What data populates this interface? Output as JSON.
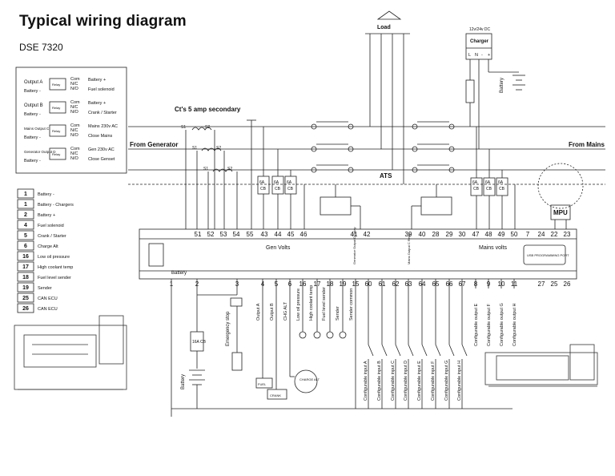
{
  "title": "Typical wiring diagram",
  "model": "DSE 7320",
  "relay_box": {
    "rows": [
      {
        "output": "Output A",
        "relay": "Relay",
        "contacts": [
          "Com",
          "N/C",
          "N/O"
        ],
        "functions": [
          "Battery +",
          "Fuel solenoid"
        ],
        "battery": "Battery -"
      },
      {
        "output": "Output B",
        "relay": "Relay",
        "contacts": [
          "Com",
          "N/C",
          "N/O"
        ],
        "functions": [
          "Battery +",
          "Crank / Starter"
        ],
        "battery": "Battery -"
      },
      {
        "output": "Mains Output C",
        "relay": "Relay",
        "contacts": [
          "Com",
          "N/C",
          "N/O"
        ],
        "functions": [
          "Mains 230v AC",
          "Close Mains"
        ],
        "battery": "Battery -"
      },
      {
        "output": "Generator Output D",
        "relay": "Relay",
        "contacts": [
          "Com",
          "N/C",
          "N/O"
        ],
        "functions": [
          "Gen 230v AC",
          "Close Genset"
        ],
        "battery": "Battery -"
      }
    ]
  },
  "legend": [
    {
      "num": "1",
      "label": "Battery -"
    },
    {
      "num": "1",
      "label": "Battery - Chargers"
    },
    {
      "num": "2",
      "label": "Battery +"
    },
    {
      "num": "4",
      "label": "Fuel solenoid"
    },
    {
      "num": "5",
      "label": "Crank / Starter"
    },
    {
      "num": "6",
      "label": "Charge Alt"
    },
    {
      "num": "16",
      "label": "Low oil pressure"
    },
    {
      "num": "17",
      "label": "High coolant temp"
    },
    {
      "num": "18",
      "label": "Fuel level sender"
    },
    {
      "num": "19",
      "label": "Sender"
    },
    {
      "num": "25",
      "label": "CAN ECU"
    },
    {
      "num": "26",
      "label": "CAN ECU"
    }
  ],
  "labels": {
    "load": "Load",
    "charger_supply": "12v/24v DC",
    "charger": "Charger",
    "charger_terminals": [
      "L",
      "N",
      "-",
      "+"
    ],
    "battery": "Battery",
    "ct": "Ct's 5 amp secondary",
    "from_generator": "From Generator",
    "from_mains": "From Mains",
    "ats": "ATS",
    "gen_volts": "Gen Volts",
    "mains_volts": "Mains volts",
    "mpu": "MPU",
    "battery_block": "Battery",
    "emergency_stop": "Emergency stop",
    "fuse_16a": "16A CB",
    "fuse_6a": "6A CB",
    "fuel": "FUEL",
    "crank": "CRANK",
    "charge_alt": "CHARGE ALT",
    "gen_output_d_relay": "Generator Output D Relay",
    "mains_output_c_relay": "Mains Output C Relay",
    "usb_port": "USB PROGRAMMING PORT"
  },
  "ct_labels": [
    "S1",
    "S2"
  ],
  "terminals_top": [
    "51",
    "52",
    "53",
    "54",
    "55",
    "43",
    "44",
    "45",
    "46",
    "41",
    "42",
    "39",
    "40",
    "28",
    "29",
    "30",
    "47",
    "48",
    "49",
    "50",
    "7",
    "24",
    "22",
    "23"
  ],
  "terminals_bottom": [
    "1",
    "2",
    "3",
    "4",
    "5",
    "6",
    "16",
    "17",
    "18",
    "19",
    "15",
    "60",
    "61",
    "62",
    "63",
    "64",
    "65",
    "66",
    "67",
    "8",
    "9",
    "10",
    "11",
    "27",
    "25",
    "26"
  ],
  "wire_labels": [
    "Output A",
    "Output B",
    "CHG ALT",
    "Low oil pressure",
    "High coolant temp",
    "Fuel level sender",
    "Sender",
    "Sender common"
  ],
  "config_inputs": [
    "Configurable input A",
    "Configurable input B",
    "Configurable input C",
    "Configurable input D",
    "Configurable input E",
    "Configurable input F",
    "Configurable input G",
    "Configurable input H"
  ],
  "config_outputs": [
    "Configurable output E",
    "Configurable output F",
    "Configurable output G",
    "Configurable output H"
  ]
}
